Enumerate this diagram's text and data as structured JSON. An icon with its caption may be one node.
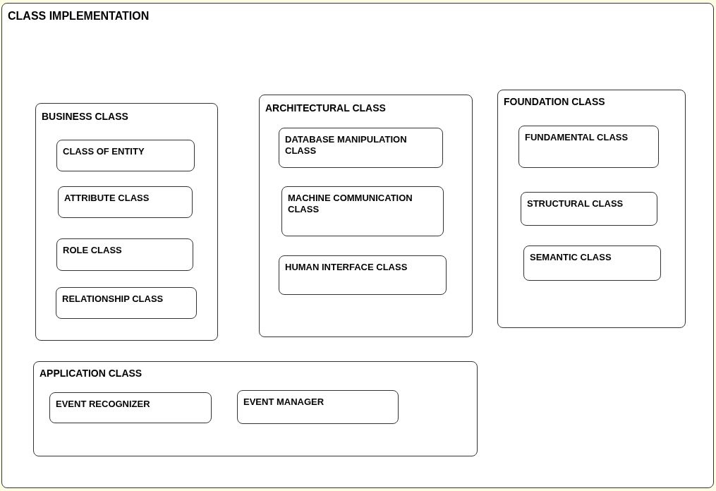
{
  "diagram": {
    "nodes": [
      {
        "text": [
          "CLASS IMPLEMENTATION"
        ]
      },
      {
        "text": [
          "BUSINESS CLASS"
        ],
        "in": 0
      },
      {
        "text": [
          "CLASS OF ENTITY"
        ],
        "in": 1
      },
      {
        "text": [
          "ATTRIBUTE CLASS"
        ],
        "in": 1
      },
      {
        "text": [
          "ROLE CLASS"
        ],
        "in": 1
      },
      {
        "text": [
          "RELATIONSHIP CLASS"
        ],
        "in": 1
      },
      {
        "text": [
          "ARCHITECTURAL CLASS"
        ],
        "in": 0
      },
      {
        "text": [
          "DATABASE MANIPULATION CLASS"
        ],
        "in": 6
      },
      {
        "text": [
          "MACHINE COMMUNICATION CLASS"
        ],
        "in": 6
      },
      {
        "text": [
          "HUMAN INTERFACE CLASS"
        ],
        "in": 6
      },
      {
        "text": [
          "FOUNDATION CLASS"
        ],
        "in": 0
      },
      {
        "text": [
          "FUNDAMENTAL CLASS"
        ],
        "in": 10
      },
      {
        "text": [
          "STRUCTURAL CLASS"
        ],
        "in": 10
      },
      {
        "text": [
          "SEMANTIC CLASS"
        ],
        "in": 10
      },
      {
        "text": [
          "APPLICATION CLASS"
        ],
        "in": 0
      },
      {
        "text": [
          "EVENT RECOGNIZER"
        ],
        "in": 14
      },
      {
        "text": [
          "EVENT MANAGER"
        ],
        "in": 14
      }
    ]
  }
}
